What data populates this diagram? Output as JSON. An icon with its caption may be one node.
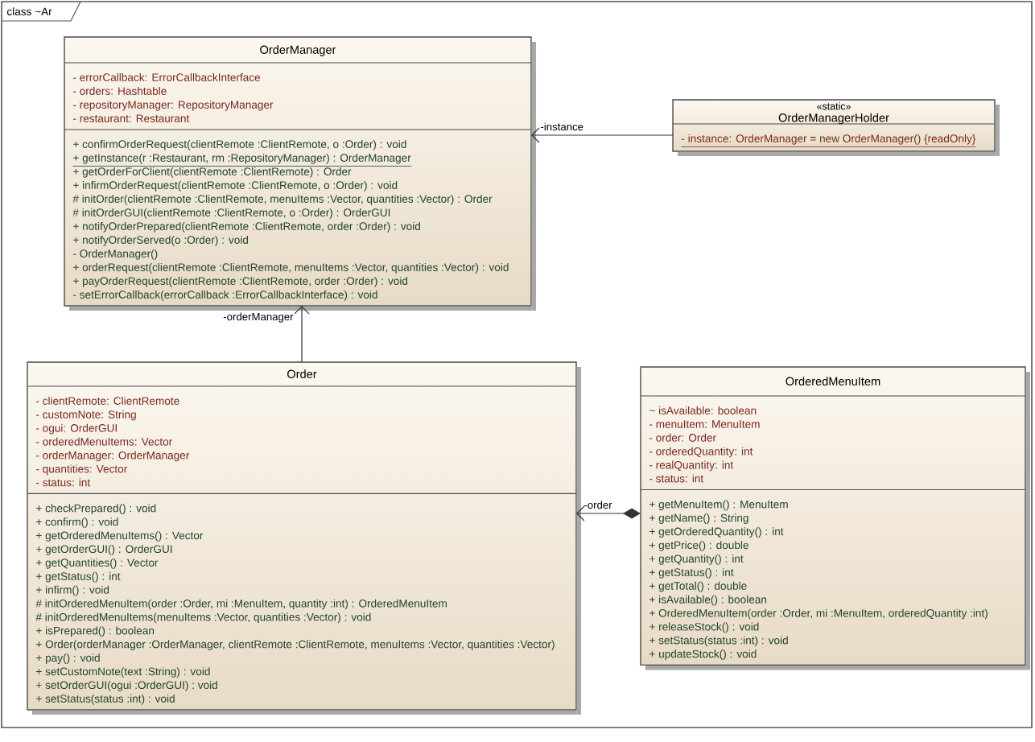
{
  "diagram": {
    "nodes": [
      {
        "text": [
          "class ~Ar"
        ]
      },
      {
        "text": [
          "OrderManager",
          "- errorCallback: ErrorCallbackInterface",
          "- orders: Hashtable",
          "- repositoryManager: RepositoryManager",
          "- restaurant: Restaurant",
          "+ confirmOrderRequest(clientRemote :ClientRemote, o :Order) : void",
          "+ getInstance(r :Restaurant, rm :RepositoryManager) : OrderManager",
          "+ getOrderForClient(clientRemote :ClientRemote) : Order",
          "+ infirmOrderRequest(clientRemote :ClientRemote, o :Order) : void",
          "# initOrder(clientRemote :ClientRemote, menuItems :Vector, quantities :Vector) : Order",
          "# initOrderGUI(clientRemote :ClientRemote, o :Order) : OrderGUI",
          "+ notifyOrderPrepared(clientRemote :ClientRemote, order :Order) : void",
          "+ notifyOrderServed(o :Order) : void",
          "- OrderManager()",
          "+ orderRequest(clientRemote :ClientRemote, menuItems :Vector, quantities :Vector) : void",
          "+ payOrderRequest(clientRemote :ClientRemote, order :Order) : void",
          "- setErrorCallback(errorCallback :ErrorCallbackInterface) : void"
        ],
        "in": 0
      },
      {
        "text": [
          "«static»",
          "OrderManagerHolder",
          "- instance: OrderManager = new OrderManager() {readOnly}"
        ],
        "in": 0
      },
      {
        "text": [
          "Order",
          "- clientRemote: ClientRemote",
          "- customNote: String",
          "- ogui: OrderGUI",
          "- orderedMenuItems: Vector",
          "- orderManager: OrderManager",
          "- quantities: Vector",
          "- status: int",
          "+ checkPrepared() : void",
          "+ confirm() : void",
          "+ getOrderedMenuItems() : Vector",
          "+ getOrderGUI() : OrderGUI",
          "+ getQuantities() : Vector",
          "+ getStatus() : int",
          "+ infirm() : void",
          "# initOrderedMenuItem(order :Order, mi :MenuItem, quantity :int) : OrderedMenuItem",
          "# initOrderedMenuItems(menuItems :Vector, quantities :Vector) : void",
          "+ isPrepared() : boolean",
          "+ Order(orderManager :OrderManager, clientRemote :ClientRemote, menuItems :Vector, quantities :Vector)",
          "+ pay() : void",
          "+ setCustomNote(text :String) : void",
          "+ setOrderGUI(ogui :OrderGUI) : void",
          "+ setStatus(status :int) : void"
        ],
        "in": 0
      },
      {
        "text": [
          "OrderedMenuItem",
          "~ isAvailable: boolean",
          "- menuItem: MenuItem",
          "- order: Order",
          "- orderedQuantity: int",
          "- realQuantity: int",
          "- status: int",
          "+ getMenuItem() : MenuItem",
          "+ getName() : String",
          "+ getOrderedQuantity() : int",
          "+ getPrice() : double",
          "+ getQuantity() : int",
          "+ getStatus() : int",
          "+ getTotal() : double",
          "+ isAvailable() : boolean",
          "+ OrderedMenuItem(order :Order, mi :MenuItem, orderedQuantity :int)",
          "+ releaseStock() : void",
          "+ setStatus(status :int) : void",
          "+ updateStock() : void"
        ],
        "in": 0
      }
    ],
    "edges": [
      {
        "from": 2,
        "to": 1,
        "arrow": "to",
        "label": "-instance"
      },
      {
        "from": 3,
        "to": 1,
        "arrow": "to",
        "label": "-orderManager"
      },
      {
        "from": 4,
        "to": 3,
        "arrow": "to",
        "label": "-order"
      }
    ]
  }
}
